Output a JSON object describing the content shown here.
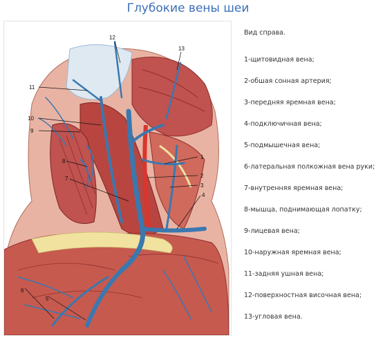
{
  "page": {
    "title": "Глубокие вены шеи"
  },
  "figure": {
    "callouts": [
      "1",
      "2",
      "3",
      "4",
      "5",
      "6",
      "7",
      "8",
      "9",
      "10",
      "11",
      "12",
      "13"
    ]
  },
  "legend": {
    "header": "Вид справа.",
    "items": [
      "1-щитовидная вена;",
      "2-обшая сонная артерия;",
      "3-передняя яремная вена;",
      "4-подключичная вена;",
      "5-подмышечная вена;",
      "6-латеральная полкожная вена руки;",
      "7-внутренняя яремная вена;",
      "8-мышца, поднимающая лопатку;",
      "9-лицевая вена;",
      "10-наружная яремная вена;",
      "11-задняя ушная вена;",
      "12-поверхностная височная вена;",
      "13-угловая вена."
    ]
  },
  "colors": {
    "title": "#3b6fb6",
    "muscle": "#c0524f",
    "muscle_dark": "#8e2f2c",
    "skin": "#e9b3a3",
    "vein": "#3a78b0",
    "fat": "#f1e2a0",
    "nerve": "#e8d890"
  }
}
